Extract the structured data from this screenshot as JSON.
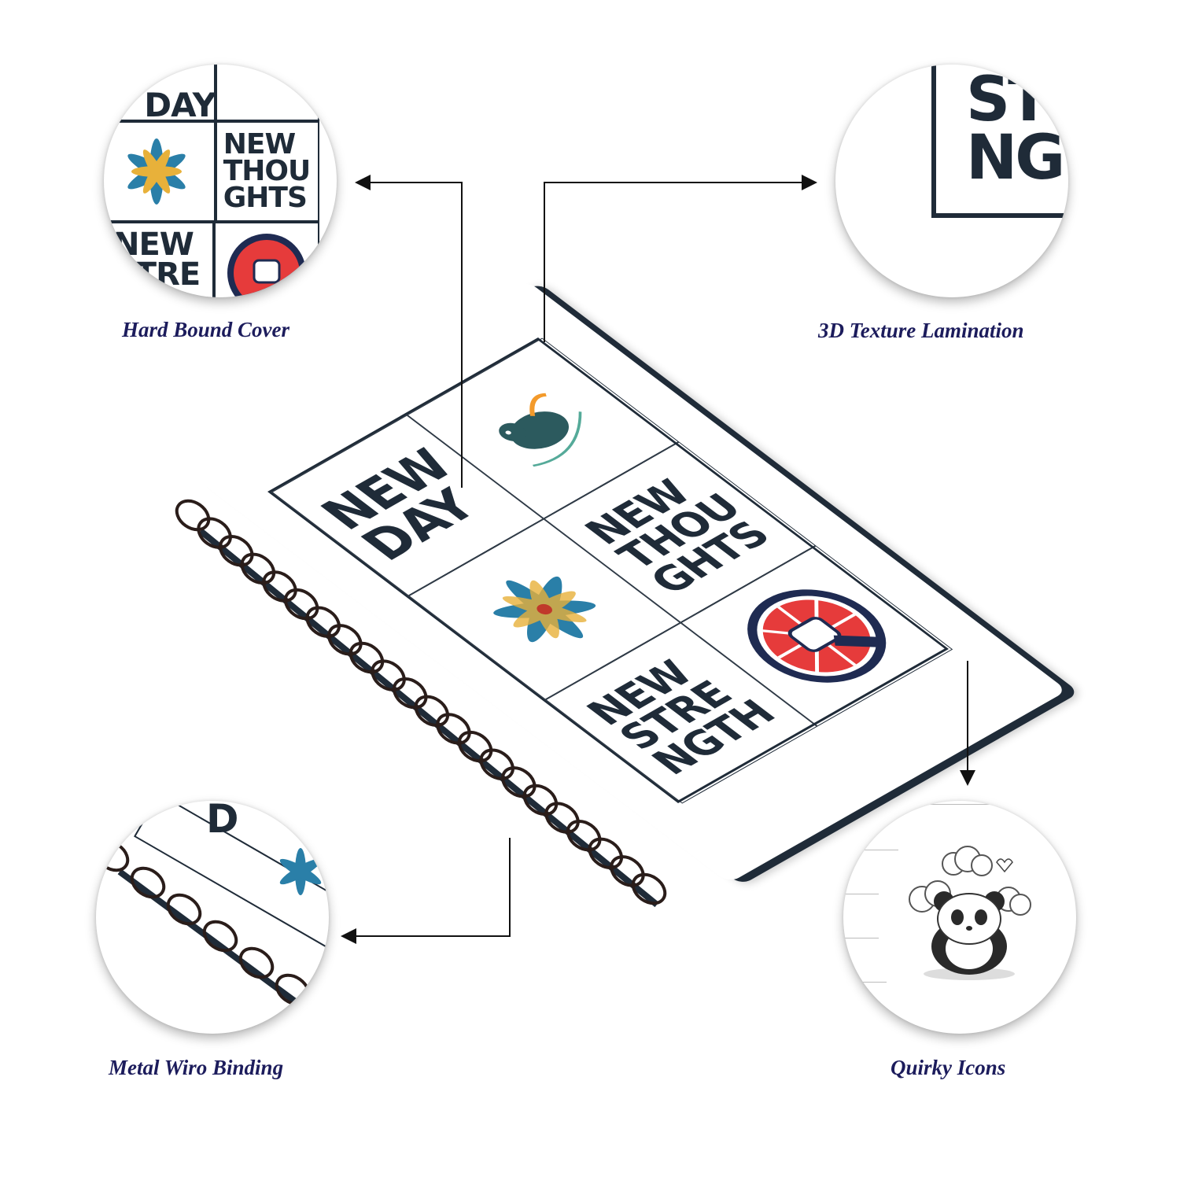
{
  "features": {
    "hard_bound_cover": "Hard Bound Cover",
    "texture_lamination": "3D Texture Lamination",
    "wiro_binding": "Metal Wiro Binding",
    "quirky_icons": "Quirky Icons"
  },
  "cover": {
    "tile1_line1": "NEW",
    "tile1_line2": "DAY",
    "tile2_line1": "NEW",
    "tile2_line2": "THOU",
    "tile2_line3": "GHTS",
    "tile3_line1": "NEW",
    "tile3_line2": "STRE",
    "tile3_line3": "NGTH"
  },
  "zoom_texts": {
    "tl_day": "DAY",
    "tl_new": "NEW",
    "tl_thou": "THOU",
    "tl_ghts": "GHTS",
    "tl_new2": "NEW",
    "tl_stre": "STRE",
    "tr_s": "ST",
    "tr_ng": "NG",
    "bl_d": "D"
  },
  "colors": {
    "label": "#1c1c5c",
    "ink": "#1f2b38",
    "accent_red": "#e63b3b"
  }
}
